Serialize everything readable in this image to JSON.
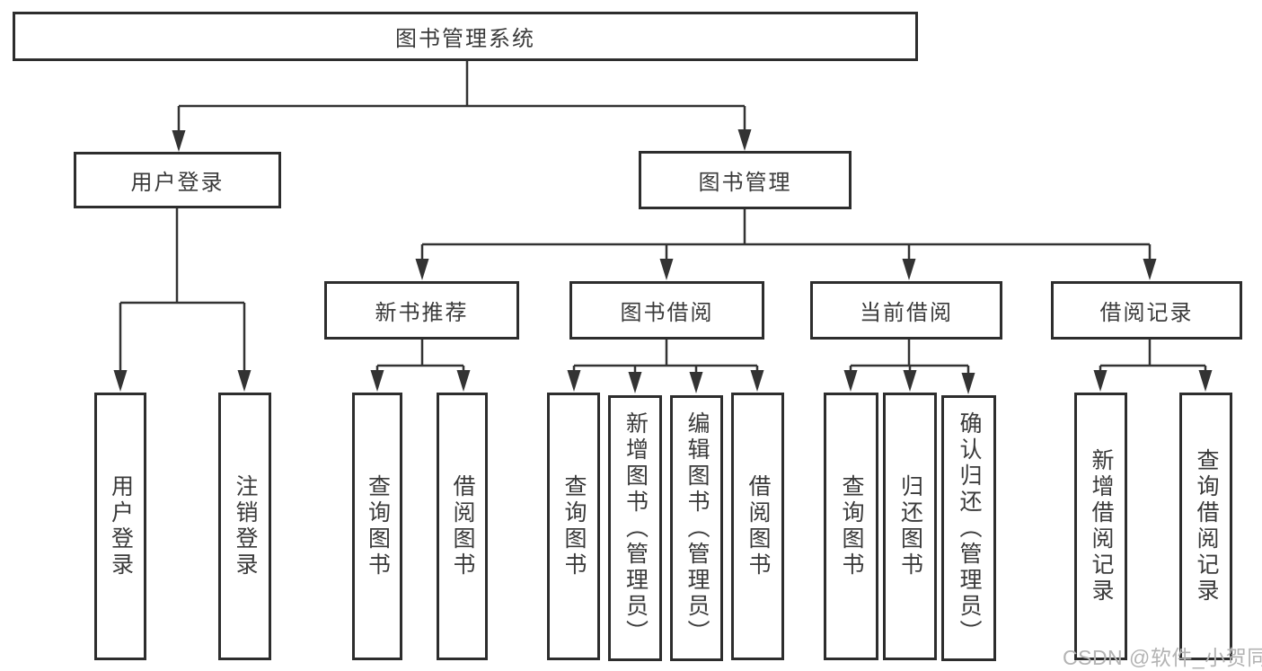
{
  "diagram": {
    "root": "图书管理系统",
    "level2": {
      "user_login": "用户登录",
      "book_mgmt": "图书管理"
    },
    "level3": {
      "new_books": "新书推荐",
      "book_borrow": "图书借阅",
      "current_borrow": "当前借阅",
      "borrow_records": "借阅记录"
    },
    "leaves": {
      "ul_login": "用户登录",
      "ul_logout": "注销登录",
      "nb_query": "查询图书",
      "nb_borrow": "借阅图书",
      "bb_query": "查询图书",
      "bb_add": "新增图书（管理员）",
      "bb_edit": "编辑图书（管理员）",
      "bb_borrow": "借阅图书",
      "cb_query": "查询图书",
      "cb_return": "归还图书",
      "cb_confirm": "确认归还（管理员）",
      "br_add": "新增借阅记录",
      "br_query": "查询借阅记录"
    }
  },
  "watermark": "CSDN @软件_小贺同学",
  "colors": {
    "line": "#333333",
    "box_border": "#2d2d2d",
    "text": "#3a3a3a",
    "watermark": "#b3b3b3",
    "background": "#ffffff"
  }
}
